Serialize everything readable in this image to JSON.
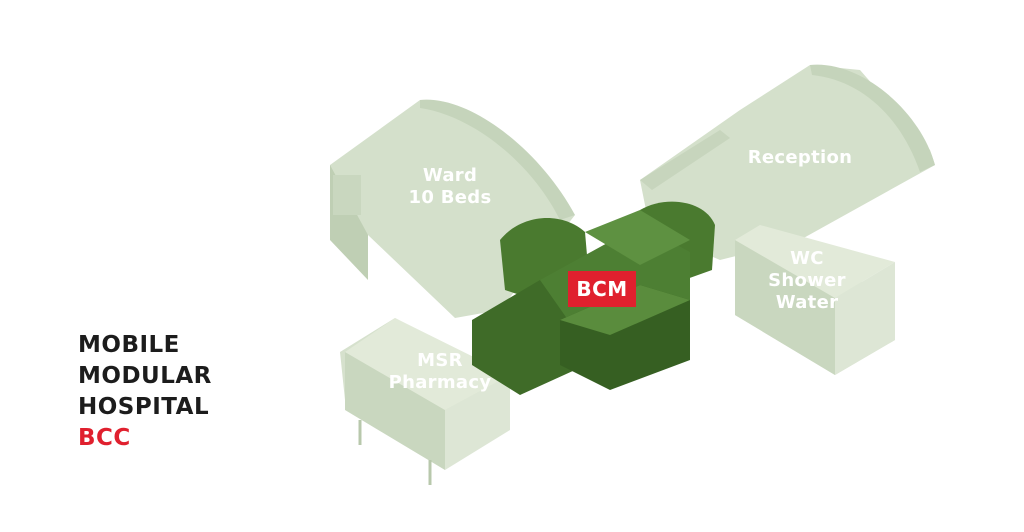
{
  "title": {
    "line1": "MOBILE",
    "line2": "MODULAR",
    "line3": "HOSPITAL",
    "line4": "BCC"
  },
  "modules": {
    "ward": {
      "line1": "Ward",
      "line2": "10 Beds"
    },
    "reception": {
      "line1": "Reception"
    },
    "wc": {
      "line1": "WC",
      "line2": "Shower",
      "line3": "Water"
    },
    "msr": {
      "line1": "MSR",
      "line2": "Pharmacy"
    },
    "bcm": {
      "label": "BCM"
    }
  },
  "colors": {
    "accent": "#e0202e",
    "core_module": "#3f6b28",
    "faded_module": "#d3dfca",
    "title_text": "#1c1c1c"
  }
}
